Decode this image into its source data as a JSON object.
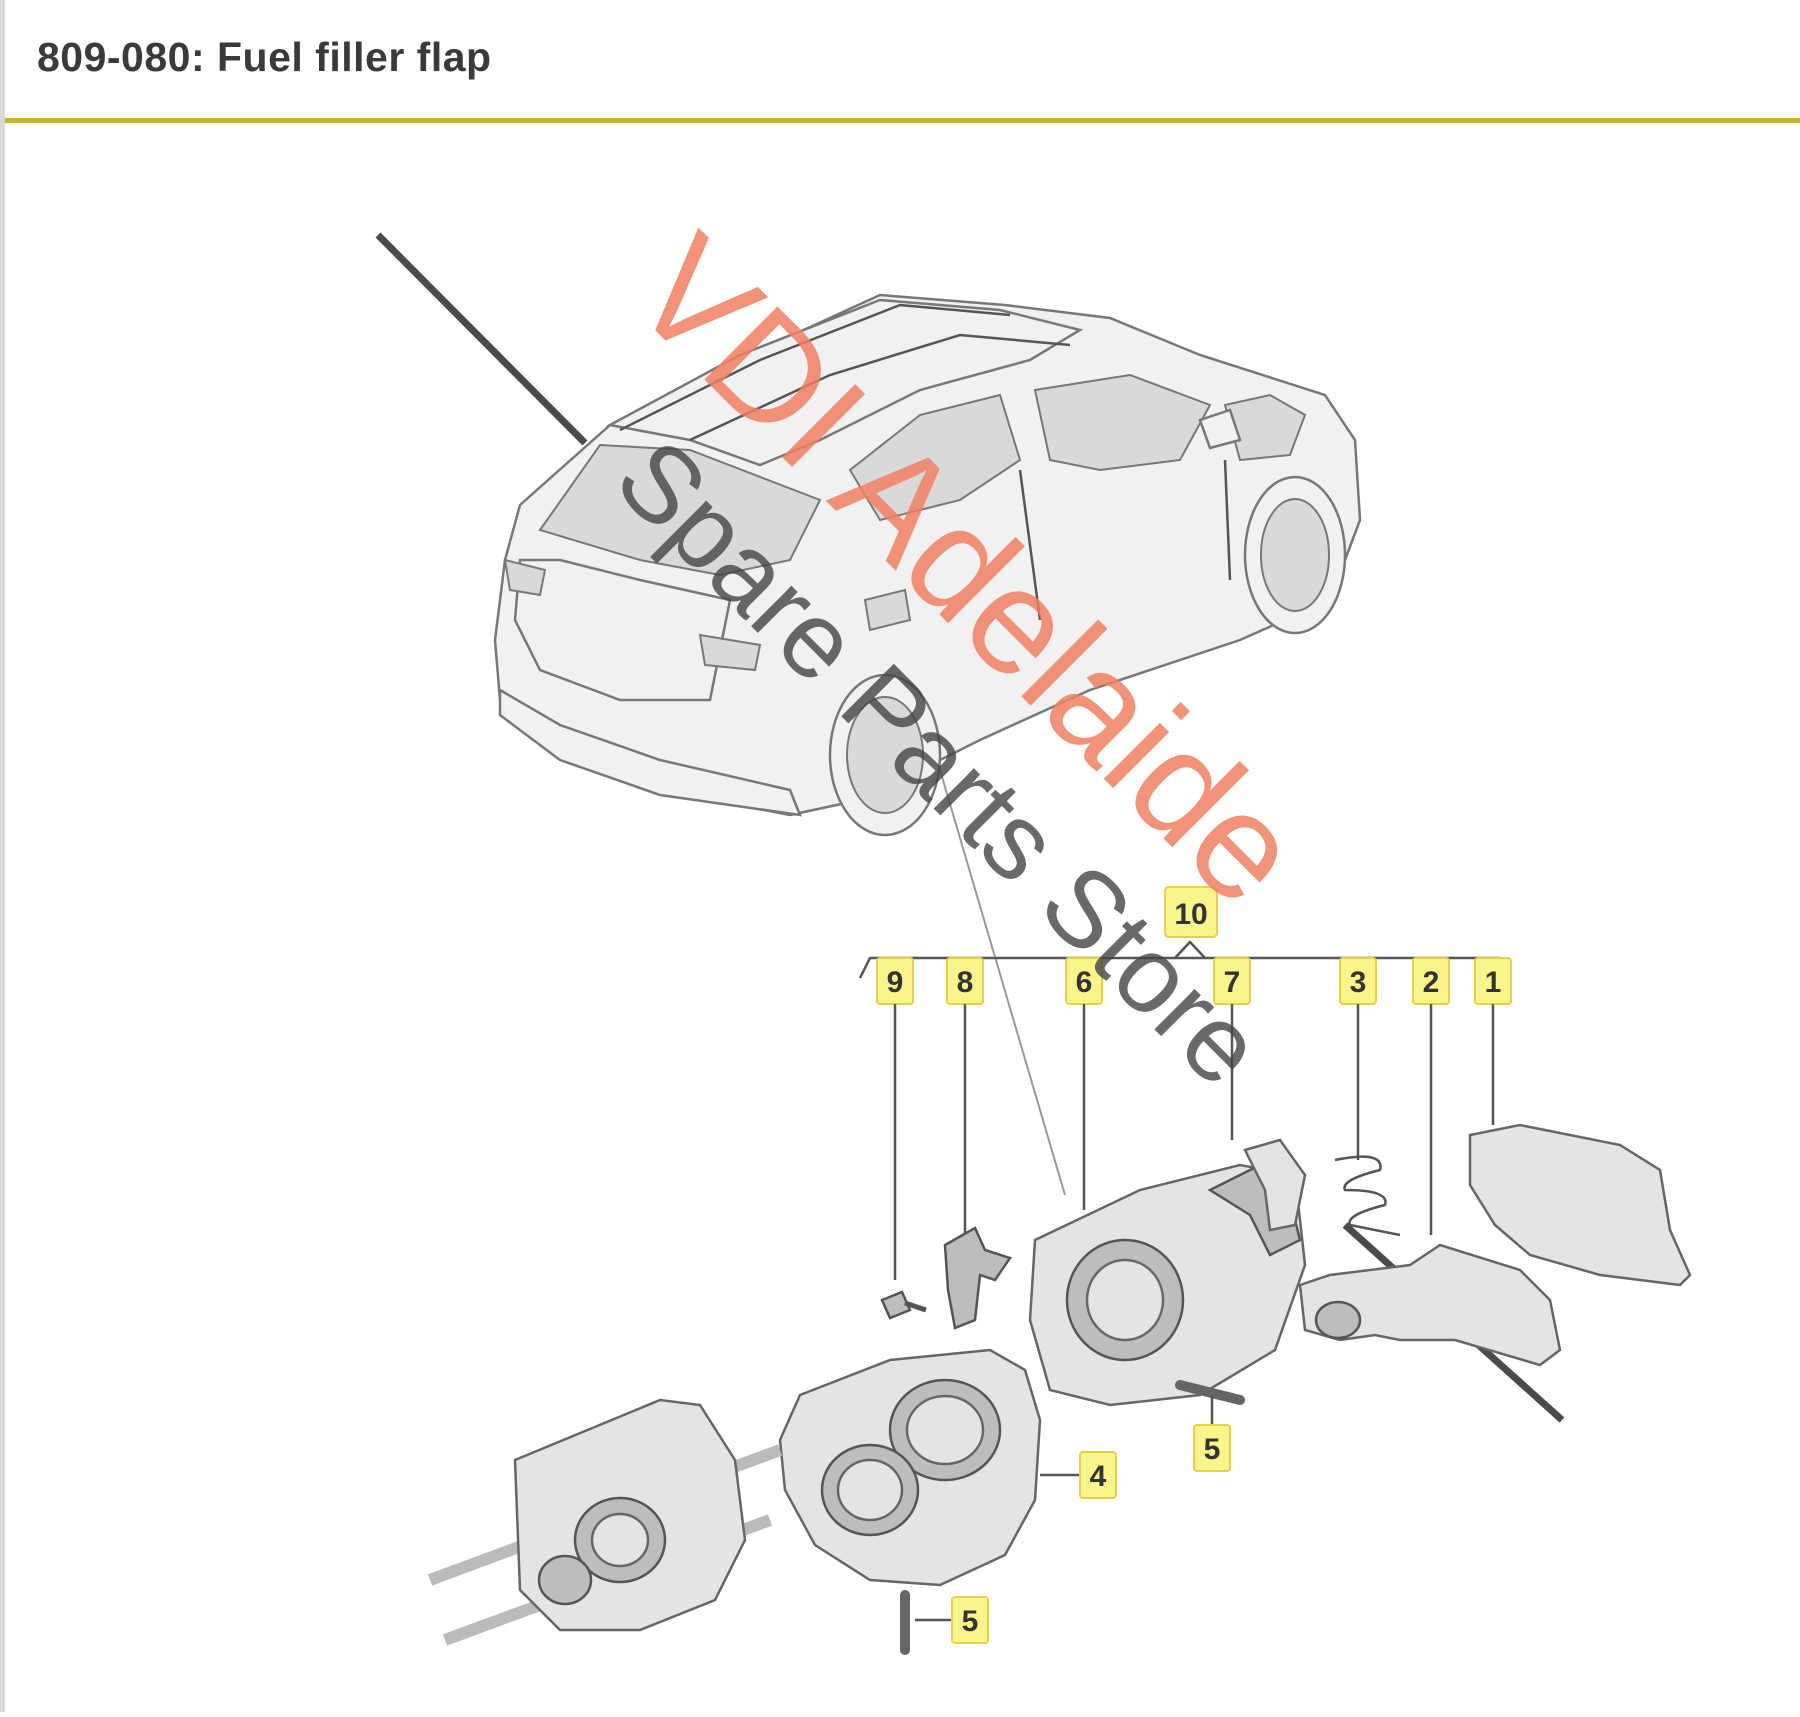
{
  "header": {
    "title": "809-080: Fuel filler flap"
  },
  "watermark": {
    "line1": "VDI Adelaide",
    "line2": "Spare Parts Store",
    "line1_color": "#f08060",
    "line2_color": "#555555"
  },
  "callouts": {
    "c1": "1",
    "c2": "2",
    "c3": "3",
    "c4": "4",
    "c5a": "5",
    "c5b": "5",
    "c6": "6",
    "c7": "7",
    "c8": "8",
    "c9": "9",
    "c10": "10"
  },
  "colors": {
    "accent_rule": "#c9b92a",
    "callout_fill": "#fbf48a"
  }
}
